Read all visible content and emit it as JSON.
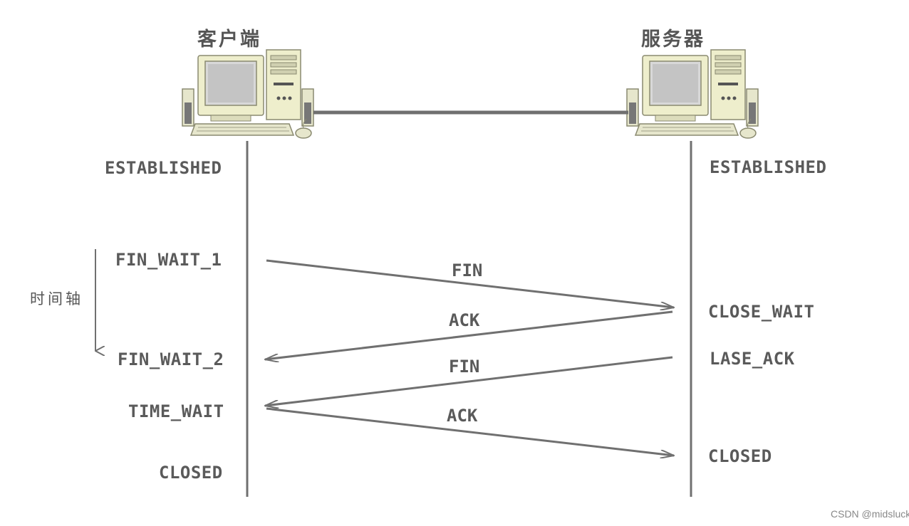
{
  "hosts": {
    "client": {
      "title": "客户端"
    },
    "server": {
      "title": "服务器"
    }
  },
  "client_states": {
    "established": "ESTABLISHED",
    "fin_wait_1": "FIN_WAIT_1",
    "fin_wait_2": "FIN_WAIT_2",
    "time_wait": "TIME_WAIT",
    "closed": "CLOSED"
  },
  "server_states": {
    "established": "ESTABLISHED",
    "close_wait": "CLOSE_WAIT",
    "last_ack": "LASE_ACK",
    "closed": "CLOSED"
  },
  "messages": {
    "fin_1": "FIN",
    "ack_1": "ACK",
    "fin_2": "FIN",
    "ack_2": "ACK"
  },
  "time_axis": {
    "label": "时间轴"
  },
  "watermark": "CSDN @midslucky",
  "colors": {
    "line": "#707070",
    "text": "#5a5a5a",
    "computer_body": "#eeeecc",
    "computer_outline": "#8a8a70"
  }
}
